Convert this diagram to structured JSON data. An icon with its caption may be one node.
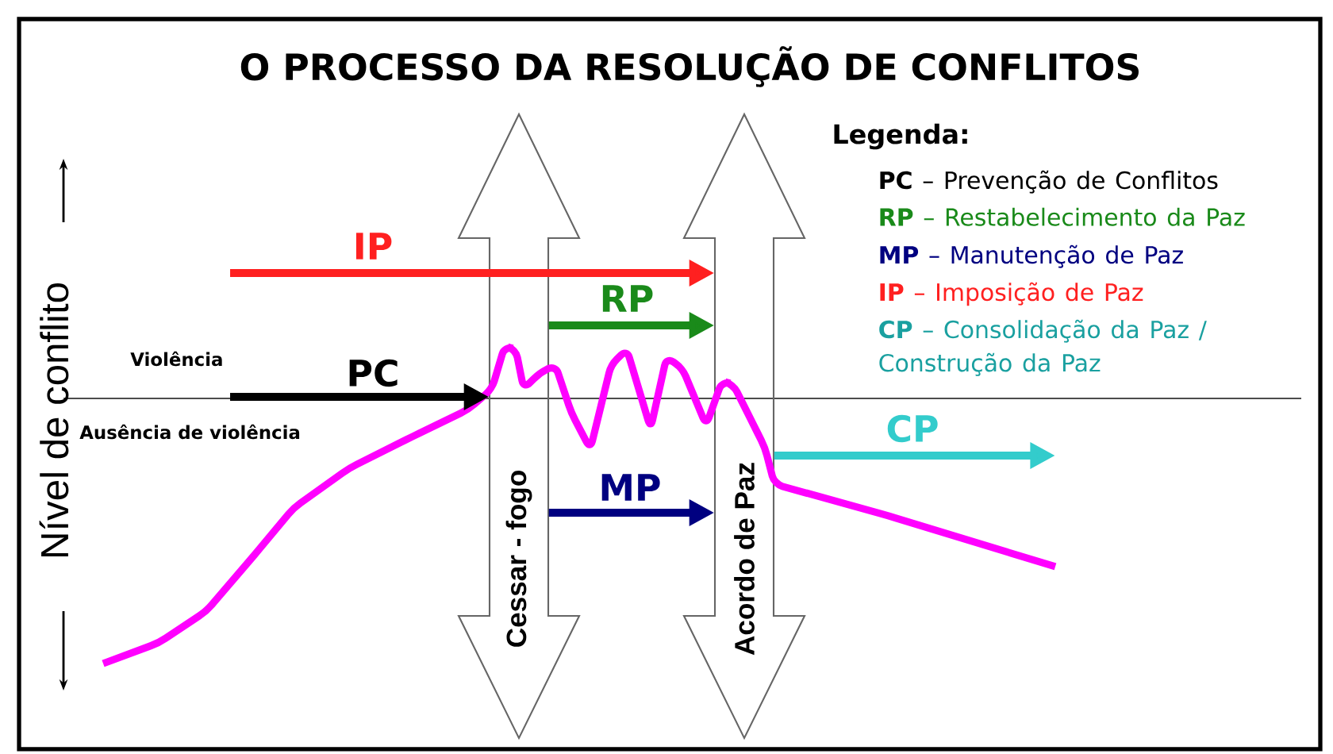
{
  "diagram": {
    "title": "O PROCESSO DA RESOLUÇÃO DE CONFLITOS",
    "nodes": [
      {
        "text": [
          "Cessar - fogo"
        ]
      },
      {
        "text": [
          "Acordo de Paz"
        ]
      }
    ],
    "edges": [
      {
        "from": null,
        "to": 1,
        "arrow": "to",
        "label": "IP",
        "color": "#ff2020"
      },
      {
        "from": 0,
        "to": 1,
        "arrow": "to",
        "label": "RP",
        "color": "#1a8a1a"
      },
      {
        "from": null,
        "to": 0,
        "arrow": "to",
        "label": "PC",
        "color": "#000000"
      },
      {
        "from": 0,
        "to": 1,
        "arrow": "to",
        "label": "MP",
        "color": "#000080"
      },
      {
        "from": 1,
        "to": null,
        "arrow": "to",
        "label": "CP",
        "color": "#33cccc"
      }
    ],
    "labels": [
      "Nível de conflito",
      "Violência",
      "Ausência de violência",
      "Legenda:"
    ],
    "legend": [
      {
        "text": "**PC** – Prevenção de Conflitos"
      },
      {
        "text": "**RP** – Restabelecimento da Paz"
      },
      {
        "text": "**MP** – Manutenção de Paz"
      },
      {
        "text": "**IP** – Imposição de Paz"
      },
      {
        "text": "**CP** – Consolidação da Paz / Construção da Paz"
      }
    ]
  }
}
